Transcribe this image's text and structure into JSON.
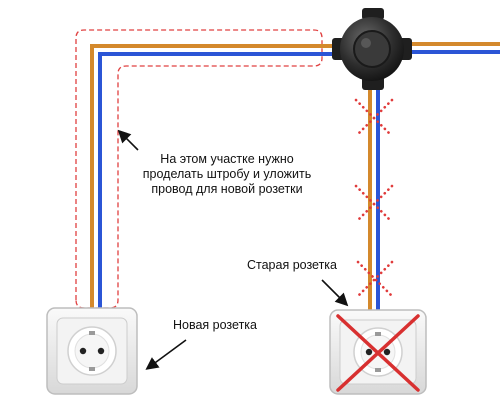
{
  "annotations": {
    "cut_channel_note": "На этом участке нужно проделать штробу и уложить провод для новой розетки",
    "old_socket_label": "Старая розетка",
    "new_socket_label": "Новая розетка"
  },
  "colors": {
    "brown_wire": "#d4892c",
    "blue_wire": "#2b55d6",
    "channel_outline": "#e04040",
    "cross_mark": "#e03a3a",
    "junction_box": "#2a2a2a",
    "socket_face": "#f1f1f1"
  },
  "icons": [
    "junction-box-icon",
    "socket-icon",
    "arrow-icon",
    "cross-mark-icon"
  ]
}
